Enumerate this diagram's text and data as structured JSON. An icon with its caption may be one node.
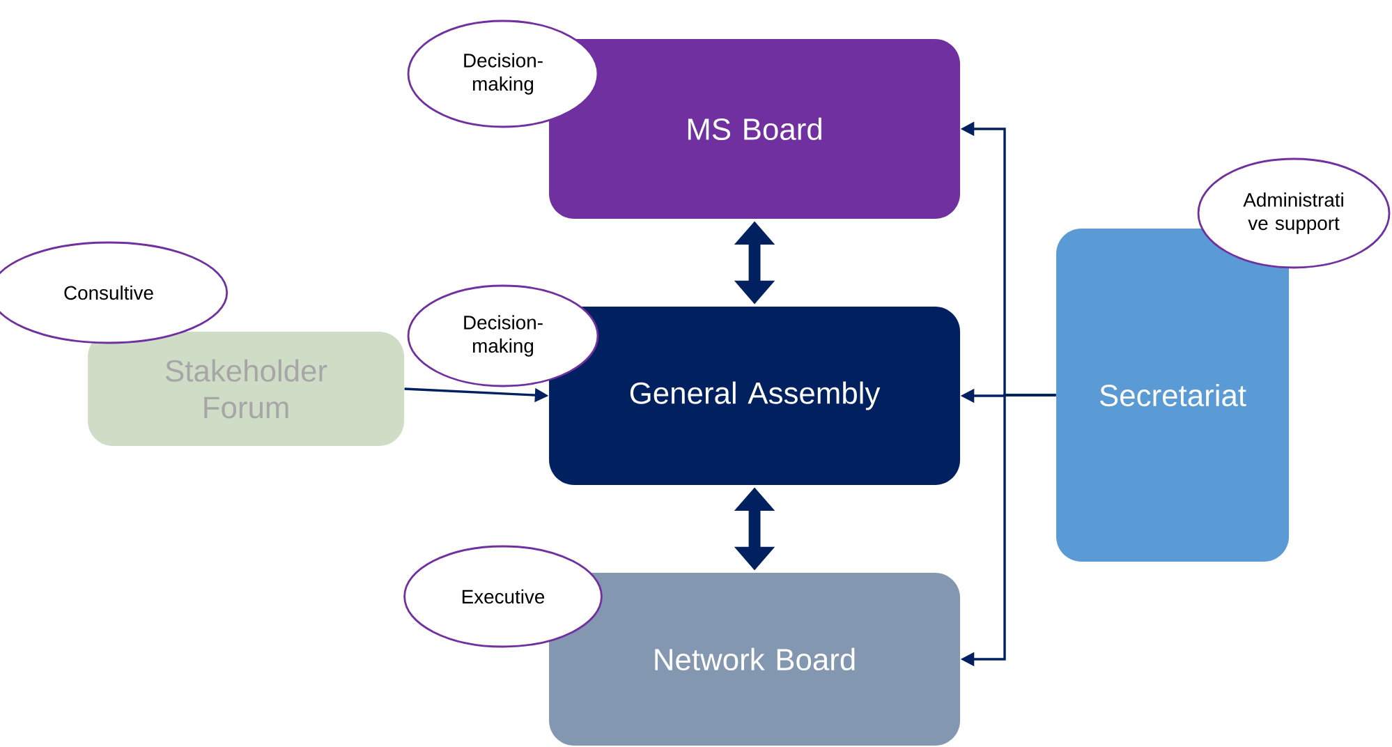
{
  "diagram": {
    "nodes": [
      {
        "text": [
          "Decision- making"
        ]
      },
      {
        "text": [
          "MS Board"
        ]
      },
      {
        "text": [
          "Administrati ve support"
        ]
      },
      {
        "text": [
          "Consultive"
        ]
      },
      {
        "text": [
          "Decision- making"
        ]
      },
      {
        "text": [
          "Stakeholder Forum"
        ]
      },
      {
        "text": [
          "General Assembly"
        ]
      },
      {
        "text": [
          "Secretariat"
        ]
      },
      {
        "text": [
          "Executive"
        ]
      },
      {
        "text": [
          "Network Board"
        ]
      }
    ],
    "edges": [
      {
        "from": 1,
        "to": 6,
        "arrow": "both",
        "style": "thick"
      },
      {
        "from": 6,
        "to": 9,
        "arrow": "both",
        "style": "thick"
      },
      {
        "from": 5,
        "to": 6,
        "arrow": "to"
      },
      {
        "from": 7,
        "to": 1,
        "arrow": "to"
      },
      {
        "from": 7,
        "to": 6,
        "arrow": "to"
      },
      {
        "from": 7,
        "to": 9,
        "arrow": "to"
      }
    ]
  }
}
